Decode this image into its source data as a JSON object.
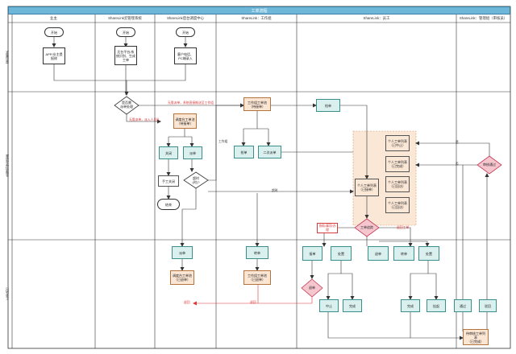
{
  "title": "工单流程",
  "lanes": [
    "业主",
    "ShareLink云管理系统",
    "ShareLink后台调度中心",
    "ShareLink：工作组",
    "ShareLink：员工",
    "ShareLink：管理组（审核员）"
  ],
  "rows": [
    "提出需求",
    "处理流程及进度",
    "工单执行"
  ],
  "nodes": {
    "start1": "开始",
    "start2": "开始",
    "start3": "开始",
    "app_submit": "APP/业主提\n报修",
    "sys_receive": "后台平台/系\n统识别、生成\n工单",
    "pc_create": "客户电话、\nPC端录入",
    "judge": "是否需\n派单处理",
    "dispatch_center": "调度台工单池\n（待接单）",
    "close": "关闭",
    "dispatch": "派单",
    "manual": "手工关闭",
    "end": "结束",
    "timeout": "超时\n(时)?",
    "group_pool": "工作组工单池\n（待接单）",
    "grab": "抢单",
    "group_grab": "抢单",
    "second_dispatch": "二次派单",
    "personal_pending": "个人工单列表\n（已接单）",
    "p1": "个人工单列表\n（已中止）",
    "p2": "个人工单列表\n（已完成）",
    "p3": "个人工单列表\n（已回访）",
    "p4": "个人工单列表\n（已回访）",
    "work_judge": "工单追踪",
    "review_judge": "审核通过",
    "ex_dispatch": "派单",
    "ex_center": "调度台工单池\n（已退单）",
    "ex_group_return": "转单",
    "ex_group_pool": "工作组工单池\n（已退单）",
    "e_grab": "接单",
    "e_handle": "处置",
    "e_return": "退单",
    "e_judge": "退单",
    "e_suspend": "中止",
    "e_complete": "完成",
    "e_transfer": "转单",
    "e_accept": "接单",
    "e_handle2": "处置",
    "e_complete2": "完成",
    "e_finish": "挂起",
    "review_pass": "通过",
    "review_reject": "驳回",
    "review_pool": "待审核工单列\n表\n（已完成）"
  },
  "labels": {
    "red1": "无需派单，系统直接推送至工作组",
    "red2": "无需派单，派入人员队",
    "red3": "协助/事项/办理",
    "red4": "退回工单",
    "red5": "退回",
    "red6": "退回",
    "work_note": "工作组",
    "timeout_note": "超时",
    "yes_note": "是",
    "no_note": "否",
    "review_yes": "不通",
    "review_no": "驳回"
  }
}
